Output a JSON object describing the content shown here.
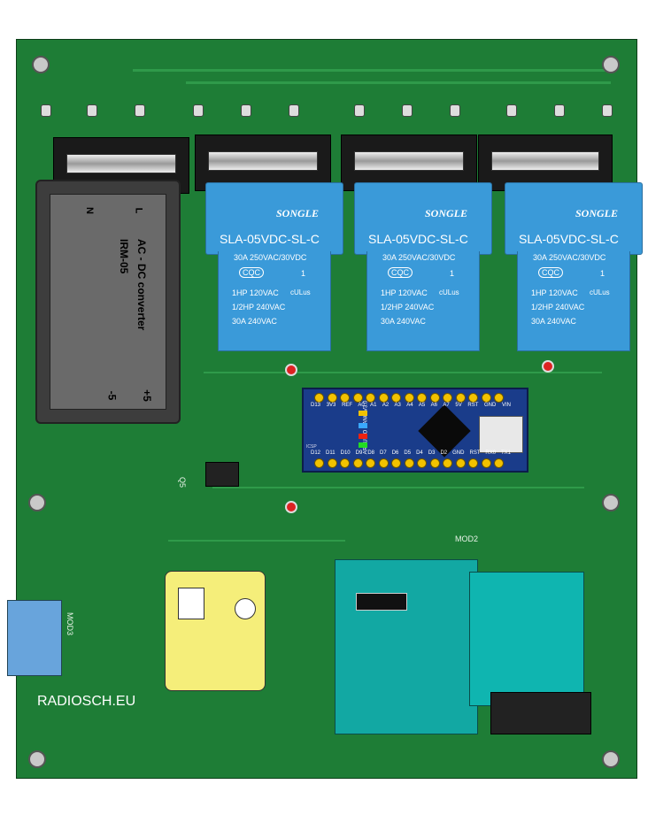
{
  "relays": [
    {
      "brand": "SONGLE",
      "model": "SLA-05VDC-SL-C",
      "rating": "30A 250VAC/30VDC",
      "cert": "CQC",
      "num": "1",
      "hp1": "1HP 120VAC",
      "ul": "cULus",
      "hp2": "1/2HP 240VAC",
      "amp": "30A  240VAC"
    },
    {
      "brand": "SONGLE",
      "model": "SLA-05VDC-SL-C",
      "rating": "30A 250VAC/30VDC",
      "cert": "CQC",
      "num": "1",
      "hp1": "1HP 120VAC",
      "ul": "cULus",
      "hp2": "1/2HP 240VAC",
      "amp": "30A  240VAC"
    },
    {
      "brand": "SONGLE",
      "model": "SLA-05VDC-SL-C",
      "rating": "30A 250VAC/30VDC",
      "cert": "CQC",
      "num": "1",
      "hp1": "1HP 120VAC",
      "ul": "cULus",
      "hp2": "1/2HP 240VAC",
      "amp": "30A  240VAC"
    }
  ],
  "converter": {
    "n": "N",
    "l": "L",
    "title": "AC - DC converter",
    "model": "IRM-05",
    "minus": "-5",
    "plus": "+5"
  },
  "arduino": {
    "name": "ARDUINO NANO V3.0",
    "icsp": "ICSP",
    "top_pins": "D13 3V3 REF A0 A1 A2 A3 A4 A5 A6 A7 5V RST GND VIN",
    "bottom_pins": "D12 D11 D10 D9 D8 D7 D6 D5 D4 D3 D2 GND RST RX0 TX1"
  },
  "labels": {
    "q5": "Q5",
    "mod2": "MOD2",
    "mod3": "MOD3",
    "brand": "RADIOSCH.EU"
  }
}
